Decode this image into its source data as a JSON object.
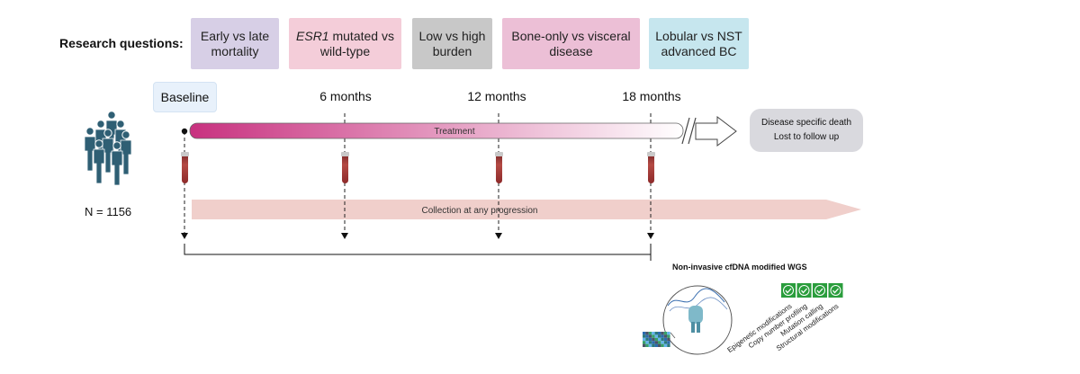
{
  "research": {
    "label": "Research questions:",
    "questions": [
      {
        "line1": "Early vs late",
        "line2": "mortality",
        "color": "#d7cfe6"
      },
      {
        "line1_italic": "ESR1",
        "line1_rest": " mutated vs",
        "line2": "wild-type",
        "color": "#f4cdd9"
      },
      {
        "line1": "Low vs high",
        "line2": "burden",
        "color": "#c8c8c8"
      },
      {
        "line1": "Bone-only vs visceral",
        "line2": "disease",
        "color": "#ecbfd6"
      },
      {
        "line1": "Lobular vs NST",
        "line2": "advanced BC",
        "color": "#c6e6ee"
      }
    ]
  },
  "timeline": {
    "baseline": "Baseline",
    "timepoints": [
      "6 months",
      "12 months",
      "18 months"
    ],
    "treatment": "Treatment",
    "collection": "Collection at any progression",
    "outcome_line1": "Disease specific death",
    "outcome_line2": "Lost to follow up"
  },
  "cohort": {
    "n_label": "N = 1156",
    "icon": "people-group-icon"
  },
  "wgs": {
    "title": "Non-invasive cfDNA modified WGS",
    "analyses": [
      "Epigenetic modifications",
      "Copy number profiling",
      "Mutation calling",
      "Structural modifications"
    ]
  },
  "colors": {
    "treatment_start": "#c8317f",
    "treatment_end": "#ffffff",
    "collection": "#f0cfcb",
    "people": "#2f5f74",
    "check": "#2a9d3c"
  }
}
